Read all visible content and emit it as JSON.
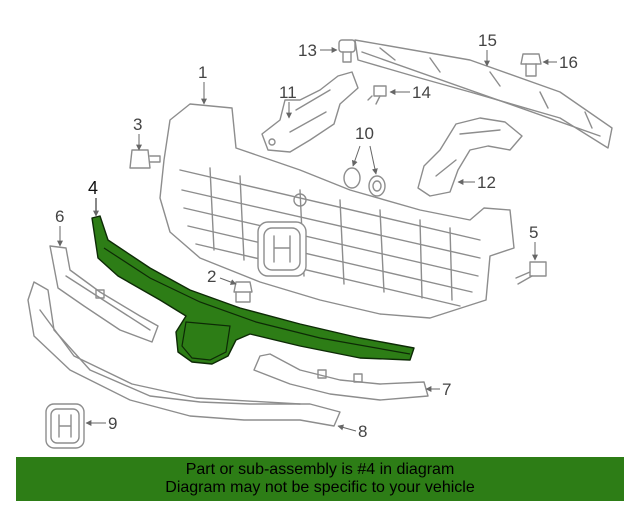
{
  "diagram": {
    "callouts": [
      "1",
      "2",
      "3",
      "4",
      "5",
      "6",
      "7",
      "8",
      "9",
      "10",
      "11",
      "12",
      "13",
      "14",
      "15",
      "16"
    ],
    "highlighted_part": "4",
    "highlight_color": "#2d7d16"
  },
  "banner": {
    "line1": "Part or sub-assembly is #4 in diagram",
    "line2": "Diagram may not be specific to your vehicle",
    "background": "#2d7d16"
  }
}
